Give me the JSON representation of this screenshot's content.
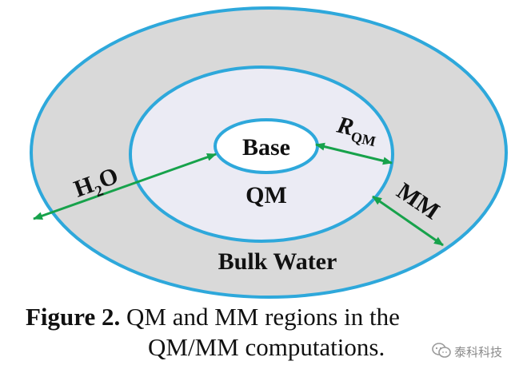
{
  "diagram": {
    "regions": {
      "inner": "Base",
      "middle": "QM",
      "outer": "Bulk Water"
    },
    "arrows": {
      "water": {
        "main": "H",
        "sub": "2",
        "tail": "O"
      },
      "radius": {
        "main": "R",
        "sub": "QM"
      },
      "mm": "MM"
    },
    "colors": {
      "outline": "#2ea8db",
      "arrow": "#17a24b",
      "outer_fill": "#d9d9d9",
      "middle_fill": "#ebebf4",
      "inner_fill": "#ffffff"
    }
  },
  "caption": {
    "figure_label": "Figure 2.",
    "line1_text": " QM and MM regions in the",
    "line2_text": "QM/MM computations."
  },
  "watermark": {
    "text": "泰科科技"
  }
}
